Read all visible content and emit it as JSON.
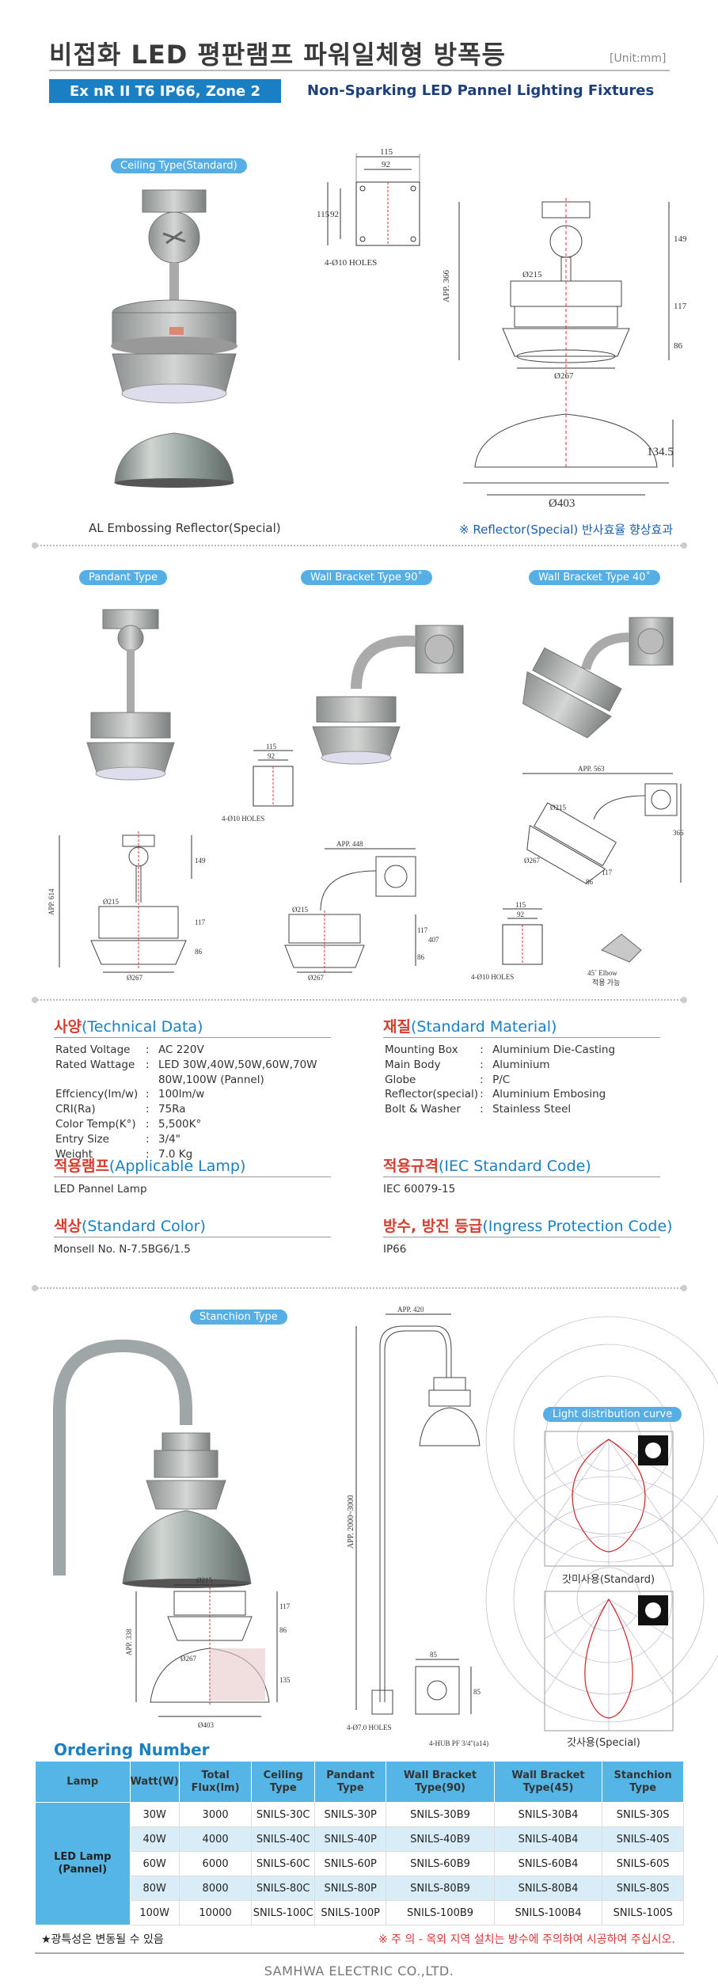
{
  "header": {
    "title_ko": "비접화 LED 평판램프 파워일체형 방폭등",
    "unit": "[Unit:mm]",
    "badge": "Ex nR II T6 IP66, Zone 2",
    "title_en": "Non-Sparking LED Pannel Lighting Fixtures"
  },
  "section1": {
    "pill": "Ceiling Type(Standard)",
    "reflector_caption": "AL Embossing Reflector(Special)",
    "reflector_note": "※ Reflector(Special) 반사효율 향상효과",
    "dims": {
      "w115": "115",
      "w92": "92",
      "h115": "115",
      "h92": "92",
      "holes": "4-Ø10 HOLES",
      "app366": "APP. 366",
      "d215": "Ø215",
      "h149": "149",
      "h117": "117",
      "h86": "86",
      "d267": "Ø267",
      "h134": "134.5",
      "d403": "Ø403"
    }
  },
  "section2": {
    "pill_pandant": "Pandant Type",
    "pill_wall90": "Wall Bracket Type 90˚",
    "pill_wall40": "Wall Bracket Type 40˚",
    "dims": {
      "app614": "APP. 614",
      "app448": "APP. 448",
      "app563": "APP. 563",
      "h407": "407",
      "h366": "366",
      "h149": "149",
      "h117": "117",
      "h86": "86",
      "d215": "Ø215",
      "d267": "Ø267",
      "w115": "115",
      "w92": "92",
      "holes": "4-Ø10 HOLES",
      "elbow": "45˚ Elbow",
      "elbow_note": "적용 가능"
    }
  },
  "technical": {
    "title_ko": "사양",
    "title_en": "(Technical Data)",
    "rows": [
      {
        "k": "Rated Voltage",
        "v": "AC 220V"
      },
      {
        "k": "Rated Wattage",
        "v": "LED 30W,40W,50W,60W,70W"
      },
      {
        "k": "",
        "v": "80W,100W (Pannel)"
      },
      {
        "k": "Effciency(lm/w)",
        "v": "100lm/w"
      },
      {
        "k": "CRI(Ra)",
        "v": "75Ra"
      },
      {
        "k": "Color Temp(K°)",
        "v": "5,500K°"
      },
      {
        "k": "Entry Size",
        "v": "3/4\""
      },
      {
        "k": "Weight",
        "v": "7.0 Kg"
      }
    ]
  },
  "material": {
    "title_ko": "재질",
    "title_en": "(Standard Material)",
    "rows": [
      {
        "k": "Mounting Box",
        "v": "Aluminium Die-Casting"
      },
      {
        "k": "Main Body",
        "v": "Aluminium"
      },
      {
        "k": "Globe",
        "v": "P/C"
      },
      {
        "k": "Reflector(special)",
        "v": "Aluminium Embosing"
      },
      {
        "k": "Bolt & Washer",
        "v": "Stainless Steel"
      }
    ]
  },
  "lamp": {
    "title_ko": "적용램프",
    "title_en": "(Applicable Lamp)",
    "value": "LED Pannel Lamp"
  },
  "iec": {
    "title_ko": "적용규격",
    "title_en": "(IEC Standard Code)",
    "value": "IEC 60079-15"
  },
  "color": {
    "title_ko": "색상",
    "title_en": "(Standard Color)",
    "value": "Monsell No. N-7.5BG6/1.5"
  },
  "ip": {
    "title_ko": "방수, 방진 등급",
    "title_en": "(Ingress Protection Code)",
    "value": "IP66"
  },
  "section3": {
    "pill_stanchion": "Stanchion Type",
    "pill_curve": "Light distribution curve",
    "curve_standard": "갓미사용(Standard)",
    "curve_special": "갓사용(Special)",
    "dims": {
      "app420": "APP. 420",
      "app3000": "APP. 2000~3000",
      "h85a": "85",
      "h85b": "85",
      "holes": "4-Ø7.0 HOLES",
      "hub": "4-HUB PF 3/4\"(a14)",
      "d215": "Ø215",
      "d267": "Ø267",
      "d403": "Ø403",
      "app338": "APP. 338",
      "h117": "117",
      "h86": "86",
      "h135": "135"
    }
  },
  "ordering": {
    "title": "Ordering Number",
    "headers": [
      "Lamp",
      "Watt(W)",
      "Total Flux(lm)",
      "Ceiling Type",
      "Pandant Type",
      "Wall Bracket Type(90)",
      "Wall Bracket Type(45)",
      "Stanchion Type"
    ],
    "lamp_label": "LED Lamp (Pannel)",
    "rows": [
      [
        "30W",
        "3000",
        "SNILS-30C",
        "SNILS-30P",
        "SNILS-30B9",
        "SNILS-30B4",
        "SNILS-30S"
      ],
      [
        "40W",
        "4000",
        "SNILS-40C",
        "SNILS-40P",
        "SNILS-40B9",
        "SNILS-40B4",
        "SNILS-40S"
      ],
      [
        "60W",
        "6000",
        "SNILS-60C",
        "SNILS-60P",
        "SNILS-60B9",
        "SNILS-60B4",
        "SNILS-60S"
      ],
      [
        "80W",
        "8000",
        "SNILS-80C",
        "SNILS-80P",
        "SNILS-80B9",
        "SNILS-80B4",
        "SNILS-80S"
      ],
      [
        "100W",
        "10000",
        "SNILS-100C",
        "SNILS-100P",
        "SNILS-100B9",
        "SNILS-100B4",
        "SNILS-100S"
      ]
    ]
  },
  "footer": {
    "note_left": "★광특성은 변동될 수 있음",
    "note_right": "※ 주 의 - 옥외 지역 설치는 방수에 주의하여 시공하여 주십시오.",
    "company": "SAMHWA ELECTRIC CO.,LTD."
  }
}
